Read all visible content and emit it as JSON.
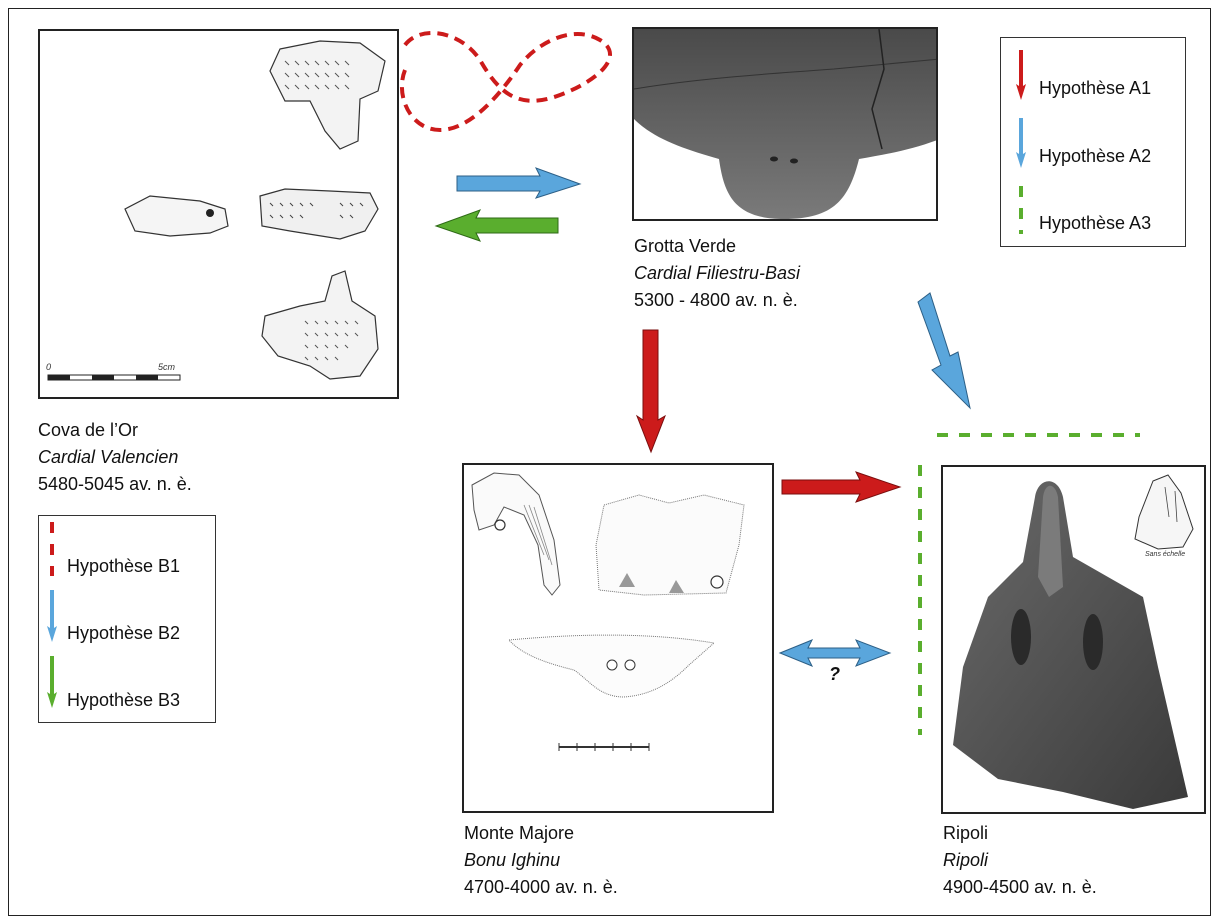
{
  "sites": {
    "cova": {
      "name": "Cova de l’Or",
      "culture": "Cardial Valencien",
      "date": "5480-5045 av. n. è."
    },
    "grotta": {
      "name": "Grotta Verde",
      "culture": "Cardial Filiestru-Basi",
      "date": "5300 - 4800 av. n. è."
    },
    "monte": {
      "name": "Monte Majore",
      "culture": "Bonu Ighinu",
      "date": "4700-4000 av. n. è."
    },
    "ripoli": {
      "name": "Ripoli",
      "culture": "Ripoli",
      "date": "4900-4500 av. n. è."
    }
  },
  "legend_a": [
    {
      "label": "Hypothèse A1",
      "color": "#cc1b1b",
      "style": "arrow"
    },
    {
      "label": "Hypothèse A2",
      "color": "#5aa6dc",
      "style": "arrow"
    },
    {
      "label": "Hypothèse A3",
      "color": "#5aae2e",
      "style": "dashed"
    }
  ],
  "legend_b": [
    {
      "label": "Hypothèse B1",
      "color": "#cc1b1b",
      "style": "dashed"
    },
    {
      "label": "Hypothèse B2",
      "color": "#5aa6dc",
      "style": "arrow"
    },
    {
      "label": "Hypothèse B3",
      "color": "#5aae2e",
      "style": "arrow"
    }
  ],
  "question_mark": "?",
  "scale_labels": {
    "cova_zero": "0",
    "cova_five": "5cm",
    "ripoli_scale": "Sans échelle"
  },
  "colors": {
    "red": "#cc1b1b",
    "blue": "#5aa6dc",
    "green": "#5aae2e",
    "frame": "#222222"
  }
}
